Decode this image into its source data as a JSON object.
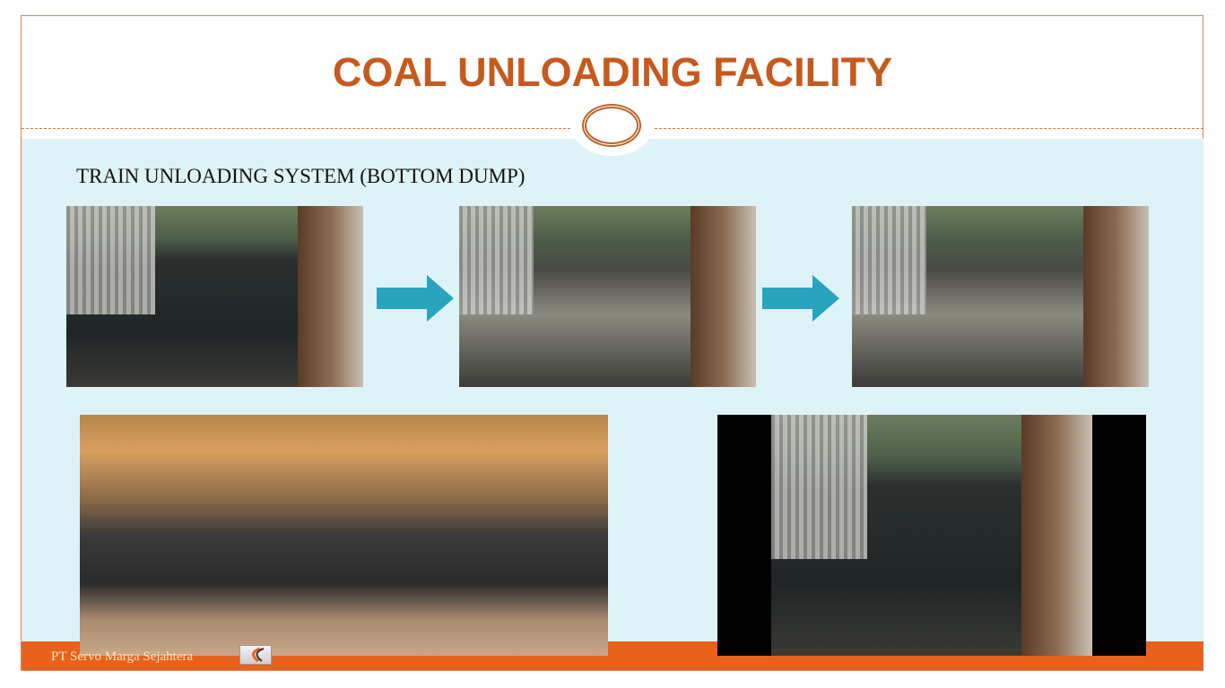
{
  "slide": {
    "title": "COAL UNLOADING FACILITY",
    "subtitle": "TRAIN UNLOADING SYSTEM (BOTTOM DUMP)",
    "footer_company": "PT Servo Marga Sejahtera",
    "colors": {
      "title": "#c65a1e",
      "footer": "#e8621c",
      "background": "#def3f8",
      "arrow": "#2aa3bd"
    },
    "photos": [
      "wagon-full-of-coal",
      "wagon-dumping-coal",
      "wagon-empty",
      "wagon-underside-bottom-dump",
      "wagon-full-video-frame"
    ]
  }
}
